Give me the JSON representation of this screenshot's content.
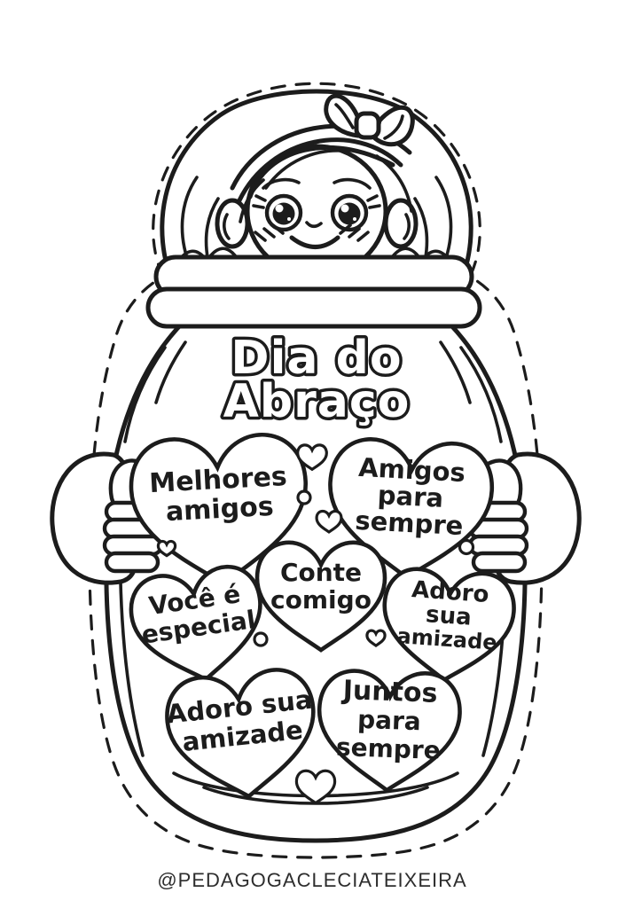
{
  "page": {
    "paper_color": "#ffffff",
    "ink_color": "#1c1c1c",
    "credit_color": "#2d2d2d",
    "description": "Dia do Abraço printable coloring page: girl peeking over a jar filled with message hearts"
  },
  "title": {
    "line1": "Dia do",
    "line2": "Abraço"
  },
  "hearts": [
    {
      "id": "melhores-amigos",
      "lines": [
        "Melhores",
        "amigos"
      ]
    },
    {
      "id": "amigos-para-sempre",
      "lines": [
        "Amigos",
        "para",
        "sempre"
      ]
    },
    {
      "id": "voce-e-especial",
      "lines": [
        "Você é",
        "especial"
      ]
    },
    {
      "id": "conte-comigo",
      "lines": [
        "Conte",
        "comigo"
      ]
    },
    {
      "id": "adoro-sua-amizade",
      "lines": [
        "Adoro",
        "sua",
        "amizade"
      ]
    },
    {
      "id": "adoro-sua-amizade-2",
      "lines": [
        "Adoro sua",
        "amizade"
      ]
    },
    {
      "id": "juntos-para-sempre",
      "lines": [
        "Juntos",
        "para",
        "sempre"
      ]
    }
  ],
  "footer": {
    "credit": "@PEDAGOGACLECIATEIXEIRA"
  }
}
